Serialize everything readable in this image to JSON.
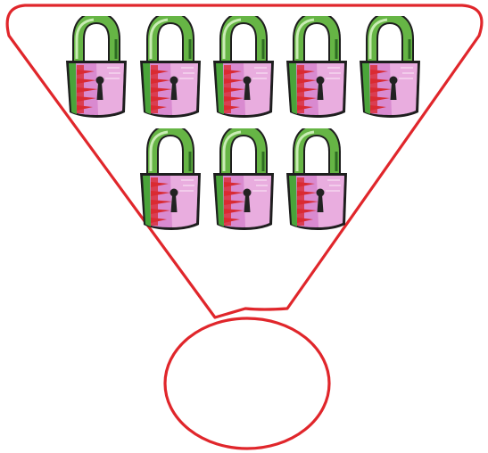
{
  "diagram": {
    "kind": "counting-funnel",
    "shapes": [
      "rounded-inverted-triangle",
      "oval"
    ],
    "item_icon": "padlock-icon",
    "rows": [
      {
        "count": 5
      },
      {
        "count": 3
      }
    ],
    "total_items": 8,
    "oval_answer": "",
    "colors": {
      "outline": "#e0262b",
      "shackle": "#66b545",
      "shackle_light": "#c9ecb4",
      "shackle_dark": "#2d6b22",
      "body_pink": "#d98ad0",
      "body_pink_light": "#eeb8e4",
      "body_red": "#d92a32",
      "body_green": "#4aa43a",
      "outline_dark": "#1e1e1e",
      "keyhole": "#222222"
    }
  }
}
